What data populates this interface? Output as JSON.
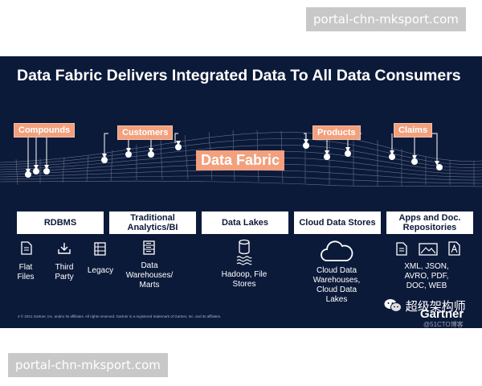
{
  "watermark": {
    "top": "portal-chn-mksport.com",
    "bottom": "portal-chn-mksport.com"
  },
  "slide": {
    "title": "Data Fabric Delivers Integrated Data To All Data Consumers",
    "center_label": "Data Fabric",
    "consumers": [
      "Compounds",
      "Customers",
      "Products",
      "Claims"
    ],
    "sources": [
      {
        "header": "RDBMS",
        "items": [
          {
            "icon": "document-icon",
            "label": "Flat Files"
          },
          {
            "icon": "download-tray-icon",
            "label": "Third Party"
          },
          {
            "icon": "table-icon",
            "label": "Legacy"
          }
        ]
      },
      {
        "header": "Traditional Analytics/BI",
        "items": [
          {
            "icon": "server-icon",
            "label": "Data Warehouses/ Marts"
          }
        ]
      },
      {
        "header": "Data Lakes",
        "items": [
          {
            "icon": "database-icon",
            "label": "Hadoop, File Stores"
          }
        ]
      },
      {
        "header": "Cloud Data Stores",
        "items": [
          {
            "icon": "cloud-icon",
            "label": "Cloud Data Warehouses, Cloud Data Lakes"
          }
        ]
      },
      {
        "header": "Apps and Doc. Repositories",
        "items": [
          {
            "icon": "document-icon",
            "label": "XML, JSON, AVRO, PDF, DOC, WEB"
          }
        ]
      }
    ],
    "footer": "4   © 2021 Gartner, Inc. and/or its affiliates. All rights reserved. Gartner is a registered trademark of Gartner, Inc. and its affiliates.",
    "brand": "Gartner",
    "wechat_account": "超级架构师",
    "blog_mark": "@51CTO博客"
  },
  "colors": {
    "background": "#0c1a3a",
    "accent": "#f2a07d",
    "text": "#ffffff"
  }
}
